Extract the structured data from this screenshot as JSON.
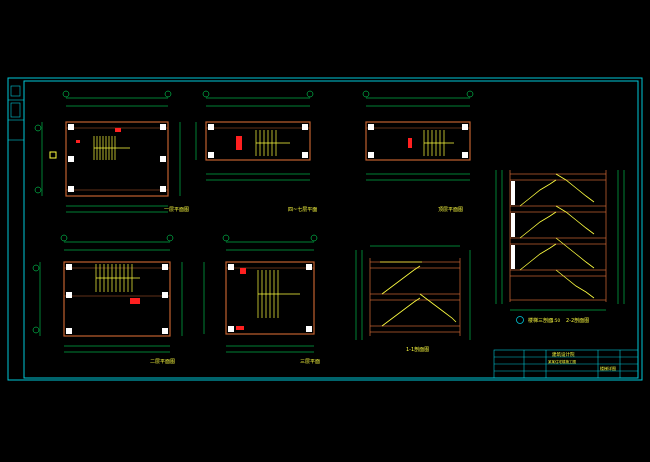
{
  "drawing": {
    "background": "#000000",
    "frame_color": "#00c8d8",
    "dimension_color": "#00ff66",
    "stair_color": "#ffff40",
    "column_color": "#ffffff",
    "wall_color": "#c06030",
    "door_color": "#ff2020",
    "label_color": "#ffff40"
  },
  "views": [
    {
      "key": "plan1",
      "label": "一层平面图"
    },
    {
      "key": "plan2",
      "label": "四~七层平面"
    },
    {
      "key": "plan3",
      "label": "顶层平面图"
    },
    {
      "key": "plan4",
      "label": "二层平面图"
    },
    {
      "key": "plan5",
      "label": "三层平面"
    },
    {
      "key": "section1",
      "label": "1-1剖面图"
    },
    {
      "key": "section2",
      "label": "楼梯三剖面",
      "scale": "1:50",
      "extra": "2-2剖面图"
    }
  ],
  "title_block": {
    "company": "建筑设计院",
    "project_line": "某某住宅楼施工图",
    "sheet_title": "楼梯详图"
  }
}
